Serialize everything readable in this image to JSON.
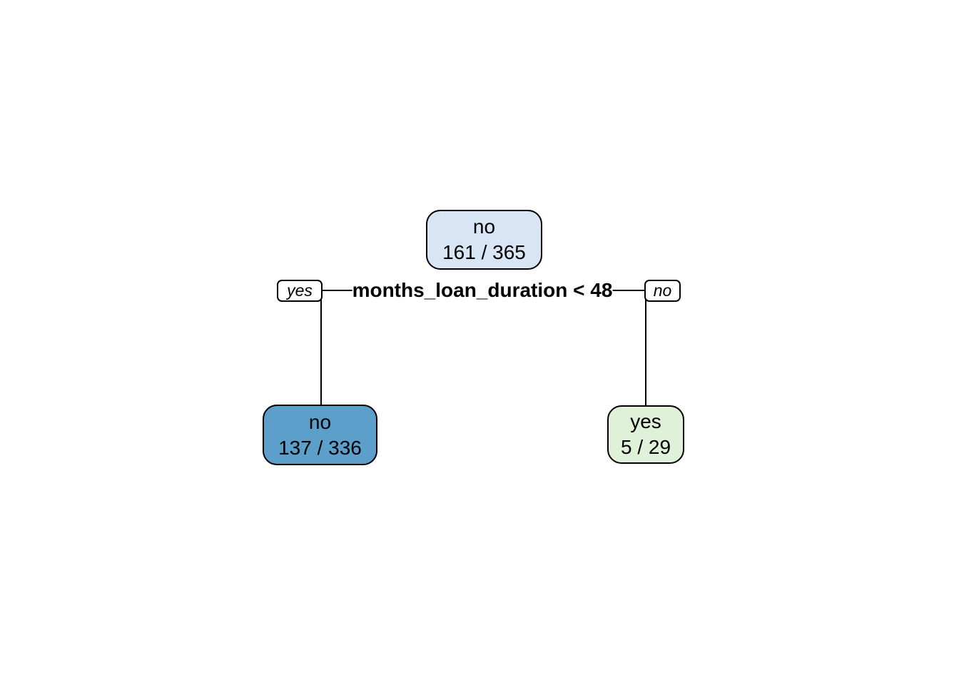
{
  "diagram": {
    "type": "decision-tree",
    "background": "#ffffff",
    "border_color": "#000000",
    "text_color": "#000000",
    "root": {
      "label": "no",
      "stats": "161 / 365",
      "fill": "#d7e5f4"
    },
    "split": {
      "condition": "months_loan_duration < 48",
      "yes_label": "yes",
      "no_label": "no"
    },
    "leaves": [
      {
        "label": "no",
        "stats": "137 / 336",
        "fill": "#5c9fcb"
      },
      {
        "label": "yes",
        "stats": "5 / 29",
        "fill": "#e0f1da"
      }
    ]
  }
}
